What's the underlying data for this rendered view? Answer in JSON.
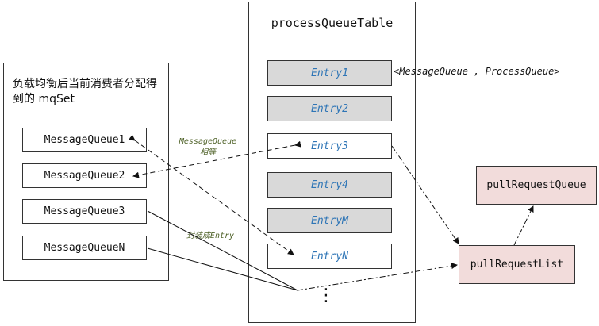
{
  "process_queue_table": {
    "title": "processQueueTable",
    "entries": [
      "Entry1",
      "Entry2",
      "Entry3",
      "Entry4",
      "EntryM",
      "EntryN"
    ],
    "entry_type_label": "<MessageQueue , ProcessQueue>",
    "ellipsis": "⋮"
  },
  "mq_set": {
    "title": "负载均衡后当前消费者分配得到的 mqSet",
    "items": [
      "MessageQueue1",
      "MessageQueue2",
      "MessageQueue3",
      "MessageQueueN"
    ]
  },
  "annotations": {
    "equal_line1": "MessageQueue",
    "equal_line2": "相等",
    "wrap_label": "封装成Entry"
  },
  "pull_request_list": "pullRequestList",
  "pull_request_queue": "pullRequestQueue",
  "colors": {
    "entry_text": "#2e75b6",
    "grey_fill": "#d9d9d9",
    "pink_fill": "#f2dcdb",
    "annotation": "#4f6228"
  }
}
